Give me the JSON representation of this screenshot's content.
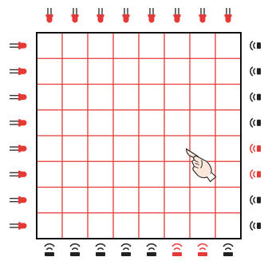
{
  "grid": {
    "rows": 8,
    "cols": 8,
    "border_color": "#111111",
    "line_color": "#e53935"
  },
  "top_emitters": {
    "count": 8,
    "icon": "led-emitter-icon",
    "color": "#e53935"
  },
  "left_emitters": {
    "count": 8,
    "icon": "led-emitter-icon",
    "color": "#e53935"
  },
  "right_receivers": {
    "count": 8,
    "icon": "ir-receiver-icon",
    "states": [
      false,
      false,
      false,
      false,
      true,
      true,
      false,
      false
    ],
    "inactive_color": "#222222",
    "active_color": "#e53935"
  },
  "bottom_receivers": {
    "count": 8,
    "icon": "ir-receiver-icon",
    "states": [
      false,
      false,
      false,
      false,
      false,
      true,
      true,
      false
    ],
    "inactive_color": "#222222",
    "active_color": "#e53935"
  },
  "touch": {
    "icon": "pointing-hand-icon",
    "row": 5,
    "col": 6
  }
}
